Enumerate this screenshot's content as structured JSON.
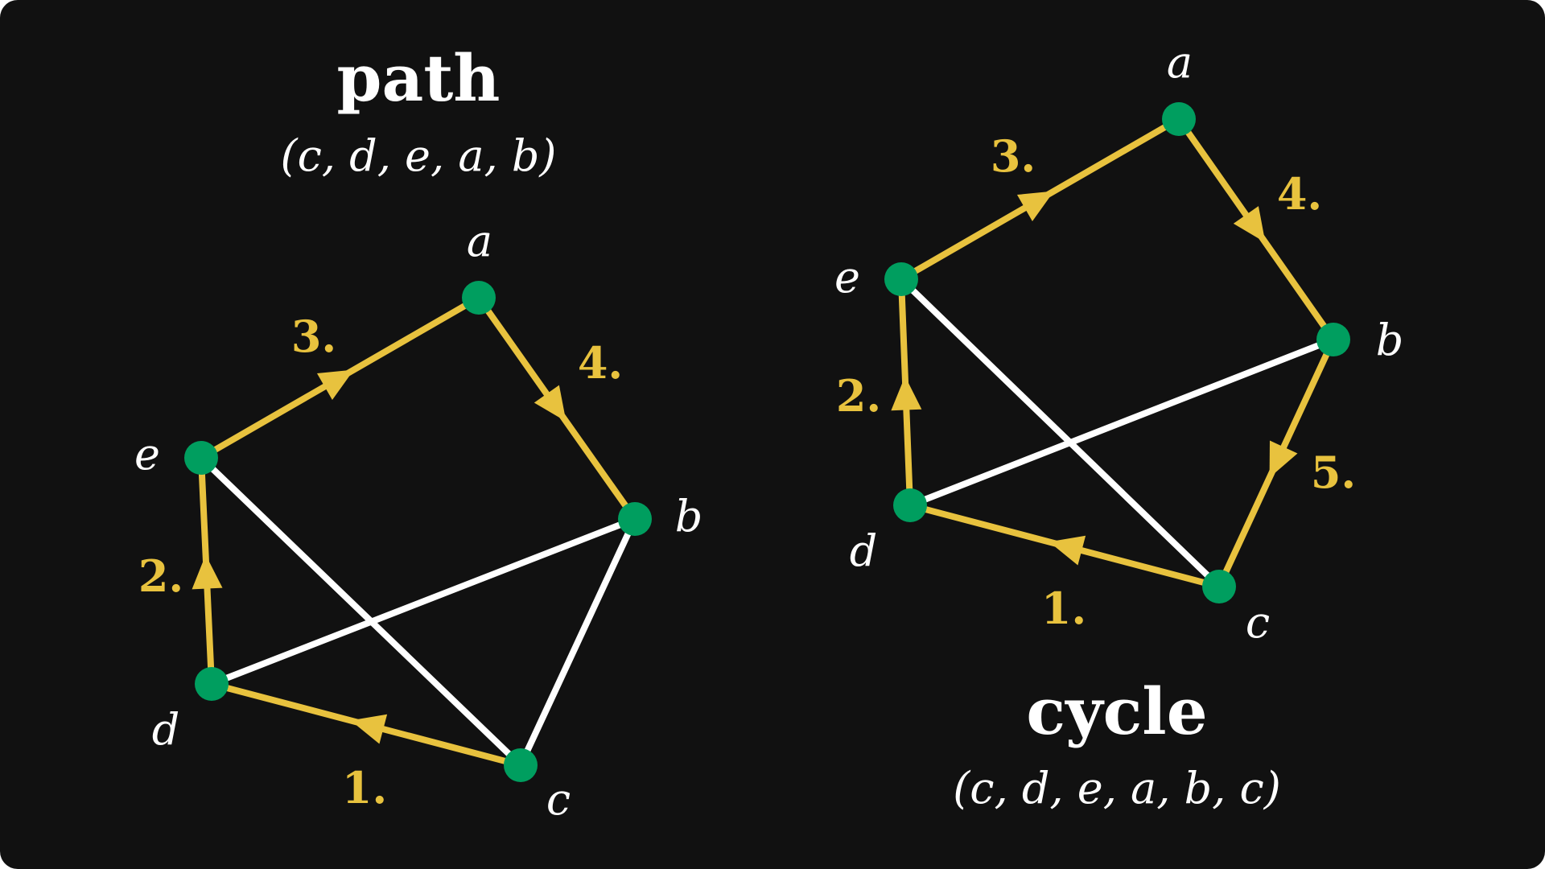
{
  "colors": {
    "background": "#111111",
    "node": "#009e5f",
    "highlight": "#e8c23e",
    "edge": "#ffffff"
  },
  "graphs": [
    {
      "id": "path",
      "title": "path",
      "sequence": "(c, d, e, a, b)",
      "nodes": [
        {
          "id": "a",
          "label": "a"
        },
        {
          "id": "b",
          "label": "b"
        },
        {
          "id": "c",
          "label": "c"
        },
        {
          "id": "d",
          "label": "d"
        },
        {
          "id": "e",
          "label": "e"
        }
      ],
      "plain_edges": [
        [
          "e",
          "c"
        ],
        [
          "d",
          "b"
        ],
        [
          "b",
          "c"
        ]
      ],
      "steps": [
        {
          "from": "c",
          "to": "d",
          "label": "1."
        },
        {
          "from": "d",
          "to": "e",
          "label": "2."
        },
        {
          "from": "e",
          "to": "a",
          "label": "3."
        },
        {
          "from": "a",
          "to": "b",
          "label": "4."
        }
      ]
    },
    {
      "id": "cycle",
      "title": "cycle",
      "sequence": "(c, d, e, a, b, c)",
      "nodes": [
        {
          "id": "a",
          "label": "a"
        },
        {
          "id": "b",
          "label": "b"
        },
        {
          "id": "c",
          "label": "c"
        },
        {
          "id": "d",
          "label": "d"
        },
        {
          "id": "e",
          "label": "e"
        }
      ],
      "plain_edges": [
        [
          "e",
          "c"
        ],
        [
          "d",
          "b"
        ]
      ],
      "steps": [
        {
          "from": "c",
          "to": "d",
          "label": "1."
        },
        {
          "from": "d",
          "to": "e",
          "label": "2."
        },
        {
          "from": "e",
          "to": "a",
          "label": "3."
        },
        {
          "from": "a",
          "to": "b",
          "label": "4."
        },
        {
          "from": "b",
          "to": "c",
          "label": "5."
        }
      ]
    }
  ]
}
